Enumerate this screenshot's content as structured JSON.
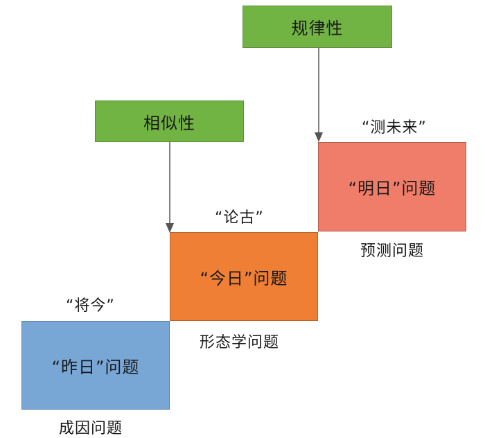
{
  "boxes": {
    "regularity": "规律性",
    "similarity": "相似性",
    "tomorrow": "“明日”问题",
    "today": "“今日”问题",
    "yesterday": "“昨日”问题"
  },
  "labels": {
    "predict_future": "“测未来”",
    "discuss_past": "“论古”",
    "present": "“将今”",
    "prediction_problem": "预测问题",
    "morphology_problem": "形态学问题",
    "causation_problem": "成因问题"
  },
  "colors": {
    "green": "#71b443",
    "orange": "#ee7f35",
    "salmon": "#f07d69",
    "blue": "#78a6d5",
    "arrow": "#555555"
  }
}
